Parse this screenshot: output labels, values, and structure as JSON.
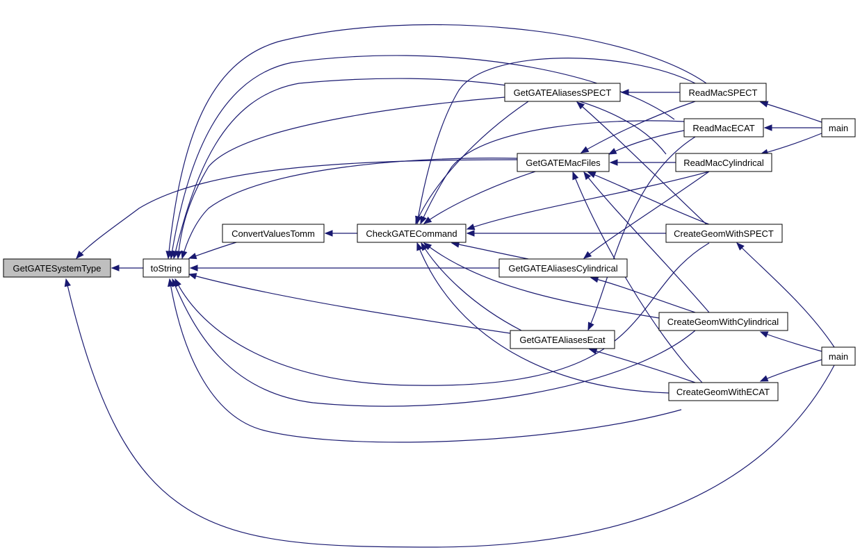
{
  "colors": {
    "edge": "#191970",
    "root_fill": "#bfbfbf",
    "node_fill": "#ffffff"
  },
  "nodes": {
    "GetGATESystemType": "GetGATESystemType",
    "toString": "toString",
    "ConvertValuesTomm": "ConvertValuesTomm",
    "CheckGATECommand": "CheckGATECommand",
    "GetGATEAliasesSPECT": "GetGATEAliasesSPECT",
    "GetGATEMacFiles": "GetGATEMacFiles",
    "GetGATEAliasesCylindrical": "GetGATEAliasesCylindrical",
    "GetGATEAliasesEcat": "GetGATEAliasesEcat",
    "ReadMacSPECT": "ReadMacSPECT",
    "ReadMacECAT": "ReadMacECAT",
    "ReadMacCylindrical": "ReadMacCylindrical",
    "CreateGeomWithSPECT": "CreateGeomWithSPECT",
    "CreateGeomWithCylindrical": "CreateGeomWithCylindrical",
    "CreateGeomWithECAT": "CreateGeomWithECAT",
    "main1": "main",
    "main2": "main"
  },
  "edges": [
    {
      "from": "toString",
      "to": "GetGATESystemType"
    },
    {
      "from": "GetGATEMacFiles",
      "to": "GetGATESystemType"
    },
    {
      "from": "main2",
      "to": "GetGATESystemType"
    },
    {
      "from": "ConvertValuesTomm",
      "to": "toString"
    },
    {
      "from": "GetGATEAliasesSPECT",
      "to": "toString"
    },
    {
      "from": "GetGATEMacFiles",
      "to": "toString"
    },
    {
      "from": "GetGATEAliasesCylindrical",
      "to": "toString"
    },
    {
      "from": "GetGATEAliasesEcat",
      "to": "toString"
    },
    {
      "from": "ReadMacSPECT",
      "to": "toString"
    },
    {
      "from": "ReadMacECAT",
      "to": "toString"
    },
    {
      "from": "ReadMacCylindrical",
      "to": "toString"
    },
    {
      "from": "CreateGeomWithSPECT",
      "to": "toString"
    },
    {
      "from": "CreateGeomWithCylindrical",
      "to": "toString"
    },
    {
      "from": "CreateGeomWithECAT",
      "to": "toString"
    },
    {
      "from": "CheckGATECommand",
      "to": "ConvertValuesTomm"
    },
    {
      "from": "GetGATEAliasesSPECT",
      "to": "CheckGATECommand"
    },
    {
      "from": "GetGATEMacFiles",
      "to": "CheckGATECommand"
    },
    {
      "from": "GetGATEAliasesCylindrical",
      "to": "CheckGATECommand"
    },
    {
      "from": "GetGATEAliasesEcat",
      "to": "CheckGATECommand"
    },
    {
      "from": "ReadMacSPECT",
      "to": "CheckGATECommand"
    },
    {
      "from": "ReadMacECAT",
      "to": "CheckGATECommand"
    },
    {
      "from": "ReadMacCylindrical",
      "to": "CheckGATECommand"
    },
    {
      "from": "CreateGeomWithSPECT",
      "to": "CheckGATECommand"
    },
    {
      "from": "CreateGeomWithCylindrical",
      "to": "CheckGATECommand"
    },
    {
      "from": "CreateGeomWithECAT",
      "to": "CheckGATECommand"
    },
    {
      "from": "ReadMacSPECT",
      "to": "GetGATEAliasesSPECT"
    },
    {
      "from": "CreateGeomWithSPECT",
      "to": "GetGATEAliasesSPECT"
    },
    {
      "from": "ReadMacSPECT",
      "to": "GetGATEMacFiles"
    },
    {
      "from": "ReadMacECAT",
      "to": "GetGATEMacFiles"
    },
    {
      "from": "ReadMacCylindrical",
      "to": "GetGATEMacFiles"
    },
    {
      "from": "CreateGeomWithSPECT",
      "to": "GetGATEMacFiles"
    },
    {
      "from": "CreateGeomWithCylindrical",
      "to": "GetGATEMacFiles"
    },
    {
      "from": "CreateGeomWithECAT",
      "to": "GetGATEMacFiles"
    },
    {
      "from": "ReadMacCylindrical",
      "to": "GetGATEAliasesCylindrical"
    },
    {
      "from": "CreateGeomWithCylindrical",
      "to": "GetGATEAliasesCylindrical"
    },
    {
      "from": "ReadMacECAT",
      "to": "GetGATEAliasesEcat"
    },
    {
      "from": "CreateGeomWithECAT",
      "to": "GetGATEAliasesEcat"
    },
    {
      "from": "main1",
      "to": "ReadMacSPECT"
    },
    {
      "from": "main1",
      "to": "ReadMacECAT"
    },
    {
      "from": "main1",
      "to": "ReadMacCylindrical"
    },
    {
      "from": "main2",
      "to": "CreateGeomWithSPECT"
    },
    {
      "from": "main2",
      "to": "CreateGeomWithCylindrical"
    },
    {
      "from": "main2",
      "to": "CreateGeomWithECAT"
    }
  ]
}
